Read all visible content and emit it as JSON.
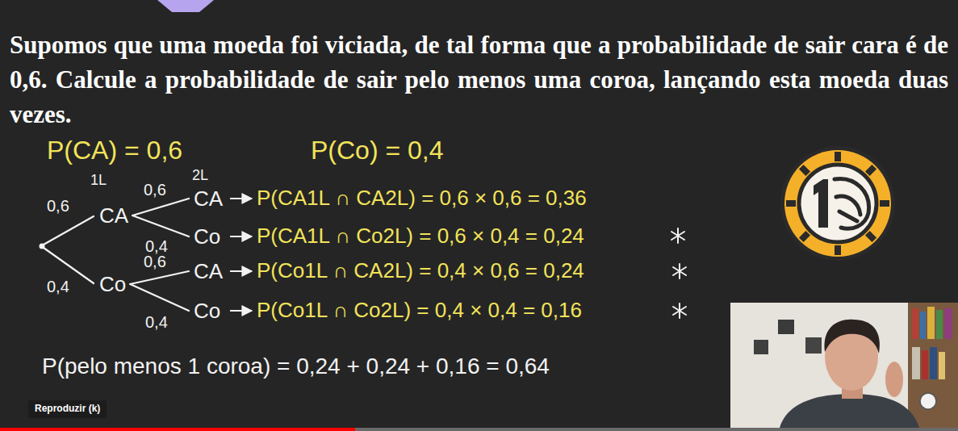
{
  "diagram": {
    "title": "Supomos que uma moeda foi viciada, de tal forma que a probabilidade de sair cara é de 0,6. Calcule a probabilidade de sair pelo menos uma coroa, lançando esta moeda duas vezes.",
    "nodes": [
      {
        "text": [
          "CA"
        ]
      },
      {
        "text": [
          "Co"
        ]
      },
      {
        "text": [
          "CA"
        ]
      },
      {
        "text": [
          "Co"
        ]
      },
      {
        "text": [
          "CA"
        ]
      },
      {
        "text": [
          "Co"
        ]
      }
    ],
    "edges": [
      {
        "from": 0,
        "to": 2,
        "label": "0,6",
        "arrow": "none"
      },
      {
        "from": 0,
        "to": 3,
        "label": "0,4",
        "arrow": "none"
      },
      {
        "from": 1,
        "to": 4,
        "label": "0,6",
        "arrow": "none"
      },
      {
        "from": 1,
        "to": 5,
        "label": "0,4",
        "arrow": "none"
      }
    ],
    "labels": [
      "P(CA) = 0,6",
      "P(Co) = 0,4",
      "1L",
      "2L",
      "0,6",
      "0,4",
      "P(CA1L ∩ CA2L) = 0,6 × 0,6 = 0,36",
      "P(CA1L ∩ Co2L) = 0,6 × 0,4 = 0,24",
      "P(Co1L ∩ CA2L) = 0,4 × 0,6 = 0,24",
      "P(Co1L ∩ Co2L) = 0,4 × 0,4 = 0,16",
      "P(pelo menos 1 coroa) = 0,24 + 0,24 + 0,16 = 0,64",
      "Reproduzir (k)"
    ]
  }
}
